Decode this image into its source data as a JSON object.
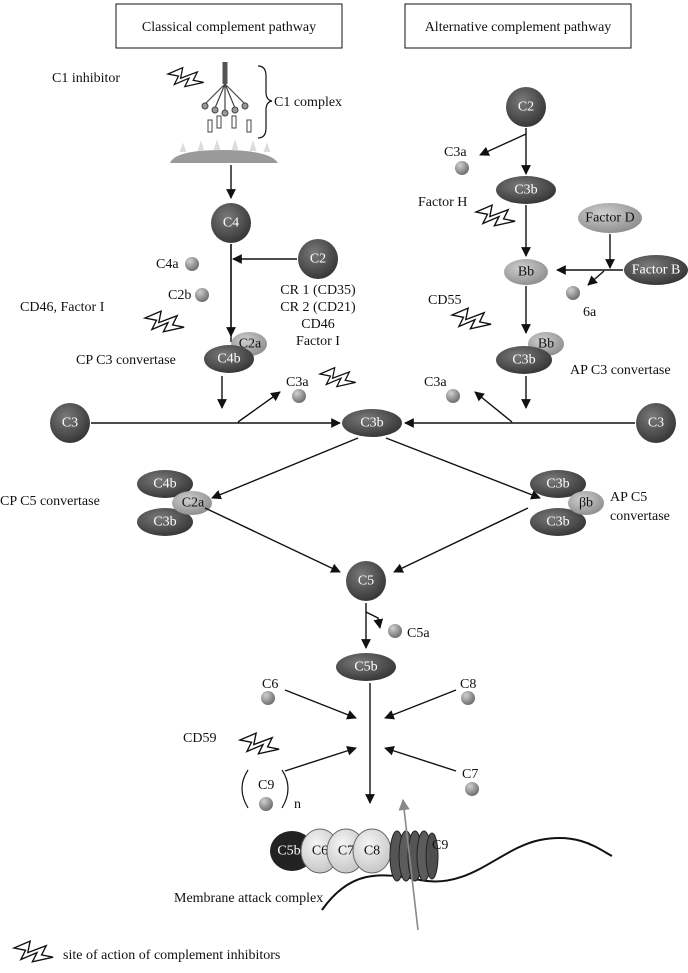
{
  "headers": {
    "classical": "Classical complement pathway",
    "alternative": "Alternative complement pathway"
  },
  "classical": {
    "c1_inhibitor": "C1 inhibitor",
    "c1_complex": "C1 complex",
    "c4": "C4",
    "c4a": "C4a",
    "c2": "C2",
    "c2b": "C2b",
    "regulators": [
      "CR 1 (CD35)",
      "CR 2 (CD21)",
      "CD46",
      "Factor I"
    ],
    "cd46_factor_i": "CD46, Factor I",
    "cp_c3_convertase": "CP C3 convertase",
    "c4b": "C4b",
    "c2a": "C2a",
    "c3": "C3",
    "c3a": "C3a"
  },
  "alternative": {
    "c2": "C2",
    "c3a": "C3a",
    "c3b": "C3b",
    "factor_h": "Factor H",
    "factor_d": "Factor D",
    "factor_b": "Factor B",
    "bb": "Bb",
    "six_a": "6a",
    "cd55": "CD55",
    "ap_c3_convertase": "AP C3 convertase",
    "c3": "C3",
    "c3a_lower": "C3a"
  },
  "central": {
    "c3b": "C3b",
    "cp_c5_convertase": "CP C5 convertase",
    "ap_c5_convertase_line1": "AP C5",
    "ap_c5_convertase_line2": "convertase",
    "c4b": "C4b",
    "c2a": "C2a",
    "c3b_lower": "C3b",
    "beta_b": "βb",
    "c5": "C5",
    "c5a": "C5a",
    "c5b": "C5b"
  },
  "mac": {
    "c6": "C6",
    "c8": "C8",
    "c7": "C7",
    "cd59": "CD59",
    "c9": "C9",
    "n": "n",
    "pore_c9": "C9",
    "c5b": "C5b",
    "c6_ring": "C6",
    "c7_ring": "C7",
    "c8_ring": "C8",
    "title": "Membrane attack complex"
  },
  "legend": {
    "text": "site of action of complement inhibitors"
  },
  "colors": {
    "dark_molecule": "#4a4a4a",
    "light_molecule": "#a9a9a9",
    "small_fragment": "#8f8f8f",
    "membrane_bar": "#9a9a9a",
    "mac_light": "#e6e6e6",
    "mac_pore": "#5a5a5a"
  }
}
